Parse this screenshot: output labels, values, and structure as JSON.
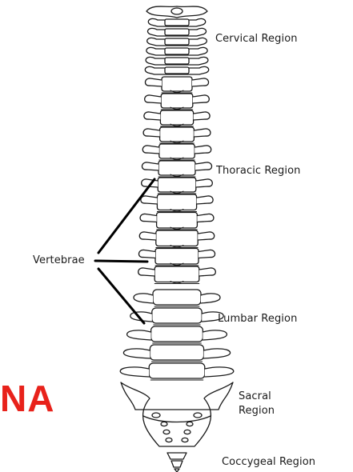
{
  "diagram": {
    "labels": {
      "cervical": "Cervical Region",
      "thoracic": "Thoracic Region",
      "vertebrae": "Vertebrae",
      "lumbar": "Lumbar Region",
      "sacral_line1": "Sacral",
      "sacral_line2": "Region",
      "coccygeal": "Coccygeal Region"
    },
    "partial_title": "NA",
    "colors": {
      "outline": "#1a1a1a",
      "text": "#1a1a1a",
      "title": "#e8221b",
      "background": "#ffffff"
    }
  }
}
